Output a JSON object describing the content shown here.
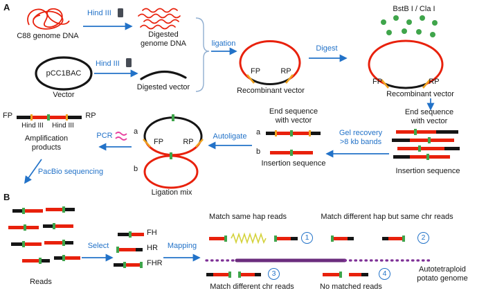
{
  "figure": {
    "panel_a": {
      "panel_label": "A",
      "c88_genome_dna": "C88 genome DNA",
      "hind3_enzyme_1": "Hind III",
      "digested_genome_dna": "Digested\ngenome DNA",
      "pcc1bac": "pCC1BAC",
      "vector": "Vector",
      "hind3_enzyme_2": "Hind III",
      "digested_vector": "Digested vector",
      "ligation": "ligation",
      "recombinant_vector_1": "Recombinant vector",
      "fp_1": "FP",
      "rp_1": "RP",
      "digest": "Digest",
      "bstb_cla": "BstB I / Cla I",
      "recombinant_vector_2": "Recombinant vector",
      "fp_2": "FP",
      "rp_2": "RP",
      "end_sequence_right": "End sequence\nwith vector",
      "insertion_sequence_right": "Insertion sequence",
      "gel_recovery": "Gel recovery\n>8 kb bands",
      "end_sequence_mid": "End sequence\nwith vector",
      "row_a_label": "a",
      "row_b_label": "b",
      "insertion_sequence_mid": "Insertion sequence",
      "autoligate": "Autoligate",
      "circle_a_label": "a",
      "circle_b_label": "b",
      "fp_3": "FP",
      "rp_3": "RP",
      "ligation_mix": "Ligation mix",
      "pcr": "PCR",
      "fp_4": "FP",
      "rp_4": "RP",
      "hind3_site_left": "Hind III",
      "hind3_site_right": "Hind III",
      "amplification_products": "Amplification\nproducts",
      "pacbio_sequencing": "PacBio sequencing"
    },
    "panel_b": {
      "panel_label": "B",
      "reads": "Reads",
      "select": "Select",
      "fh": "FH",
      "hr": "HR",
      "fhr": "FHR",
      "mapping": "Mapping",
      "match_1_text": "Match same hap reads",
      "match_2_text": "Match different hap but same chr reads",
      "match_3_text": "Match different chr reads",
      "match_4_text": "No matched reads",
      "badge_1": "1",
      "badge_2": "2",
      "badge_3": "3",
      "badge_4": "4",
      "genome_label": "Autotetraploid\npotato genome"
    },
    "colors": {
      "dna_red": "#e8210c",
      "vector_black": "#151515",
      "arrow_blue": "#2272c8",
      "site_green": "#3fa54b",
      "hind3_orange": "#f0a31f",
      "genome_purple": "#7e3096",
      "pcr_magenta": "#e83f9e",
      "spring_yellow": "#d4d23c"
    }
  }
}
